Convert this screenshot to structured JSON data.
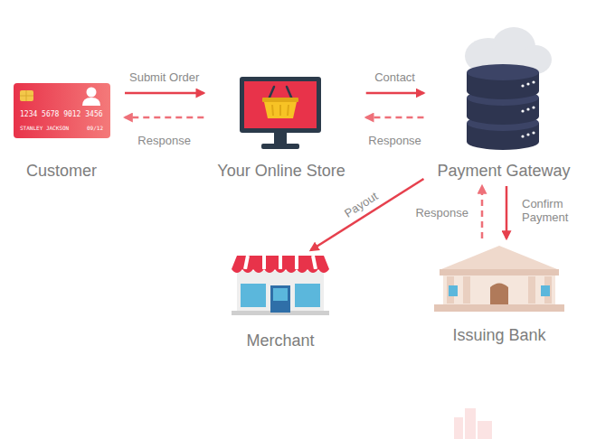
{
  "diagram": {
    "nodes": [
      {
        "text": [
          "Customer"
        ]
      },
      {
        "text": [
          "Your Online Store"
        ]
      },
      {
        "text": [
          "Payment Gateway"
        ]
      },
      {
        "text": [
          "Merchant"
        ]
      },
      {
        "text": [
          "Issuing Bank"
        ]
      }
    ],
    "edges": [
      {
        "from": 0,
        "to": 1,
        "arrow": "to",
        "label": "Submit Order"
      },
      {
        "from": 1,
        "to": 0,
        "arrow": "to",
        "label": "Response"
      },
      {
        "from": 1,
        "to": 2,
        "arrow": "to",
        "label": "Contact"
      },
      {
        "from": 2,
        "to": 1,
        "arrow": "to",
        "label": "Response"
      },
      {
        "from": 2,
        "to": 3,
        "arrow": "to",
        "label": "Payout"
      },
      {
        "from": 2,
        "to": 4,
        "arrow": "to",
        "label": "Confirm Payment"
      },
      {
        "from": 4,
        "to": 2,
        "arrow": "to",
        "label": "Response"
      }
    ],
    "labels": [
      "1234 5678 9012 3456",
      "STANLEY JACKSON",
      "09/12"
    ]
  }
}
